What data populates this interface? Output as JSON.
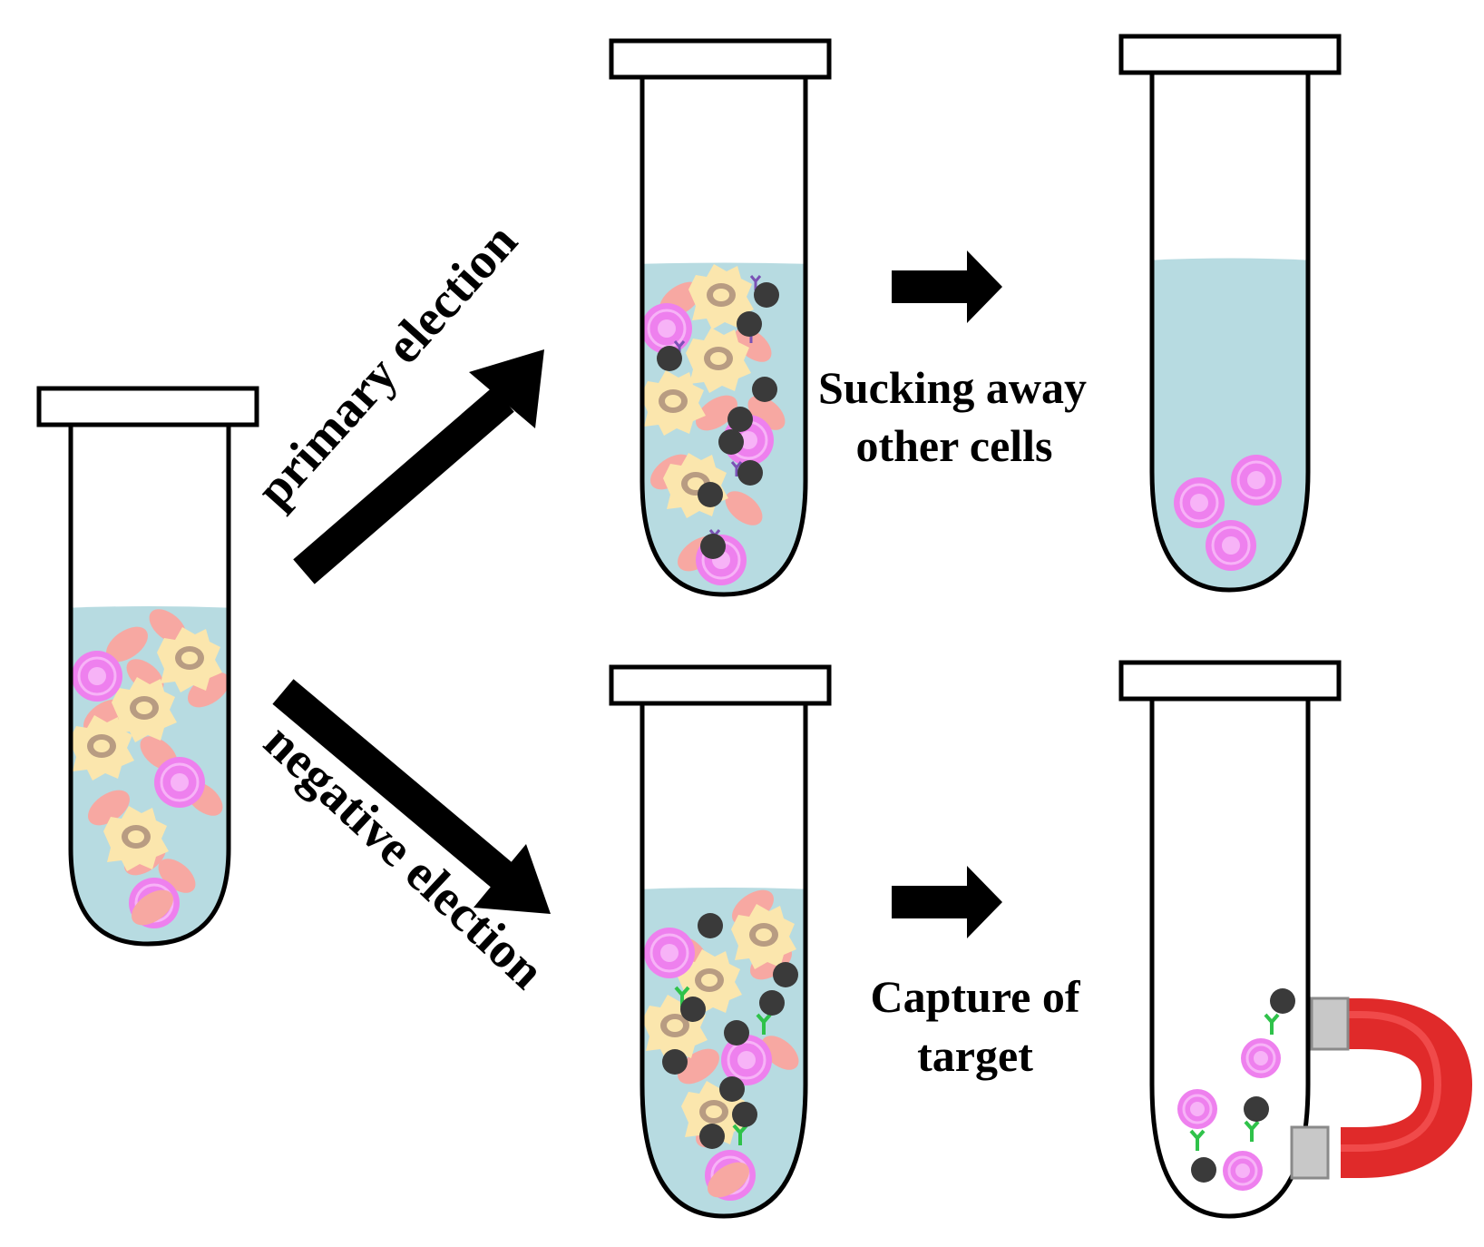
{
  "labels": {
    "positive_route": "primary election",
    "negative_route": "negative election",
    "step_top_line1": "Sucking away",
    "step_top_line2": "other cells",
    "step_bottom_line1": "Capture of",
    "step_bottom_line2": "target"
  },
  "colors": {
    "liquid": "#b7dbe1",
    "target_cell": "#ee80ee",
    "target_cell_core": "#f7b3f7",
    "macrophage_cell": "#fbe6ad",
    "macrophage_nucleus": "#b89c82",
    "red_cell": "#f7a8a2",
    "magnetic_bead": "#3a3a3a",
    "antibody_on_target": "#2fc24a",
    "antibody_on_other": "#7a52b5",
    "magnet_red": "#e02a2a",
    "magnet_pole": "#c8c8c8"
  },
  "icons": {
    "magnet": "horseshoe-magnet-icon"
  }
}
